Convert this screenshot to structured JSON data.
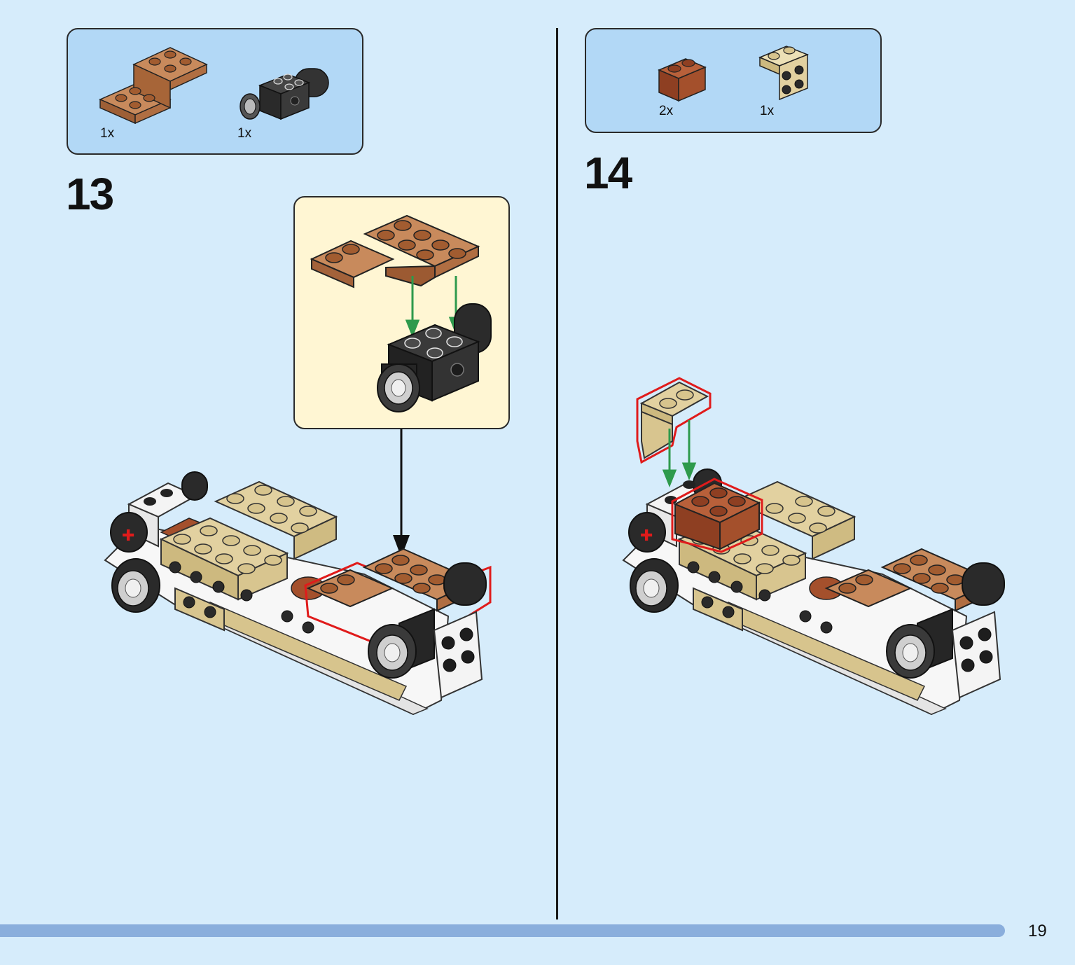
{
  "step13": {
    "number": "13",
    "parts": [
      {
        "qty": "1x",
        "icon": "brown-bracket-plate-icon",
        "color": "#b8754a"
      },
      {
        "qty": "1x",
        "icon": "black-axle-connector-icon",
        "color": "#222222"
      }
    ]
  },
  "step14": {
    "number": "14",
    "parts": [
      {
        "qty": "2x",
        "icon": "reddish-brown-brick-1x2-icon",
        "color": "#a4502c"
      },
      {
        "qty": "1x",
        "icon": "tan-bracket-icon",
        "color": "#e2d1a0"
      }
    ]
  },
  "page": {
    "number": "19"
  },
  "colors": {
    "background": "#d6ecfb",
    "parts_box": "#b2d8f6",
    "callout": "#fff6d3",
    "highlight": "#e01b1b",
    "arrow_green": "#2e9a4c",
    "progress": "#8aaedc"
  }
}
